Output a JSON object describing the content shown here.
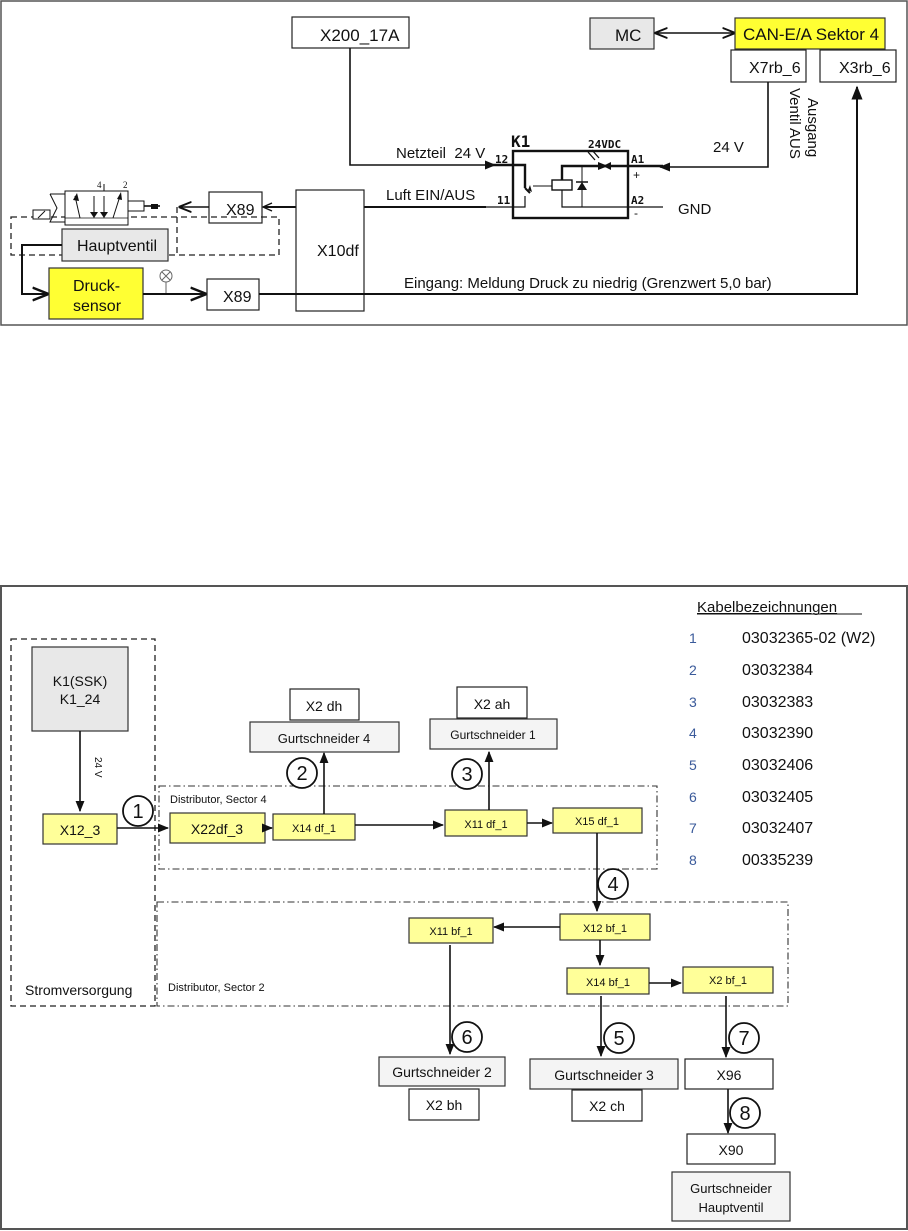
{
  "top_diagram": {
    "x200": "X200_17A",
    "mc": "MC",
    "can": "CAN-E/A Sektor 4",
    "x7rb": "X7rb_6",
    "x3rb": "X3rb_6",
    "ausgang_line1": "Ausgang",
    "ausgang_line2": "Ventil AUS",
    "v24_right": "24 V",
    "netzteil": "Netzteil  24 V",
    "luft": "Luft EIN/AUS",
    "gnd": "GND",
    "relay": {
      "name": "K1",
      "rating": "24VDC",
      "pin12": "12",
      "pin11": "11",
      "pinA1": "A1",
      "pinA2": "A2",
      "plus": "+",
      "minus": "-"
    },
    "x89_top": "X89",
    "x89_bottom": "X89",
    "x10df": "X10df",
    "hauptventil": "Hauptventil",
    "druck_line1": "Druck-",
    "druck_line2": "sensor",
    "port4": "4",
    "port2": "2",
    "eingang": "Eingang: Meldung Druck zu niedrig (Grenzwert 5,0 bar)"
  },
  "bottom_diagram": {
    "k1_line1": "K1(SSK)",
    "k1_line2": "K1_24",
    "v24": "24 V",
    "x12_3": "X12_3",
    "stromversorgung": "Stromversorgung",
    "distributor4": "Distributor, Sector 4",
    "distributor2": "Distributor, Sector 2",
    "x22df_3": "X22df_3",
    "x14df_1": "X14 df_1",
    "x11df_1": "X11 df_1",
    "x15df_1": "X15 df_1",
    "x2dh": "X2 dh",
    "gs4": "Gurtschneider 4",
    "x2ah": "X2 ah",
    "gs1": "Gurtschneider 1",
    "x12bf_1": "X12 bf_1",
    "x11bf_1": "X11 bf_1",
    "x14bf_1": "X14 bf_1",
    "x2bf_1": "X2 bf_1",
    "gs2": "Gurtschneider 2",
    "x2bh": "X2 bh",
    "gs3": "Gurtschneider 3",
    "x2ch": "X2 ch",
    "x96": "X96",
    "x90": "X90",
    "gsh_line1": "Gurtschneider",
    "gsh_line2": "Hauptventil",
    "cable_markers": [
      "1",
      "2",
      "3",
      "4",
      "5",
      "6",
      "7",
      "8"
    ],
    "legend": {
      "title": "Kabelbezeichnungen",
      "items": [
        {
          "index": "1",
          "value": "03032365-02 (W2)"
        },
        {
          "index": "2",
          "value": "03032384"
        },
        {
          "index": "3",
          "value": "03032383"
        },
        {
          "index": "4",
          "value": "03032390"
        },
        {
          "index": "5",
          "value": "03032406"
        },
        {
          "index": "6",
          "value": "03032405"
        },
        {
          "index": "7",
          "value": "03032407"
        },
        {
          "index": "8",
          "value": "00335239"
        }
      ]
    }
  }
}
